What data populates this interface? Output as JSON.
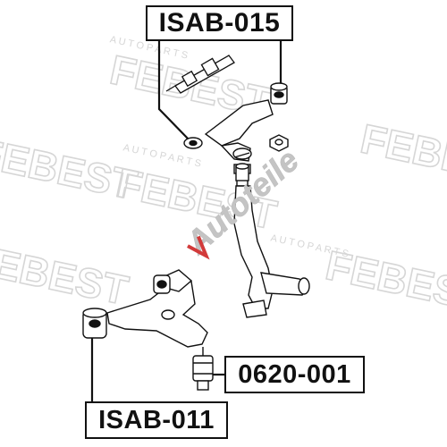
{
  "labels": {
    "top_part": "ISAB-015",
    "right_part": "0620-001",
    "bottom_part": "ISAB-011"
  },
  "watermarks": {
    "brand": "FEBEST",
    "tagline": "A U T O   P A R T S",
    "overlay": "Autoteile"
  },
  "colors": {
    "line": "#111111",
    "watermark": "#d9d9d9",
    "overlay": "#c9c9c9",
    "overlay_accent": "#d23a3a"
  }
}
